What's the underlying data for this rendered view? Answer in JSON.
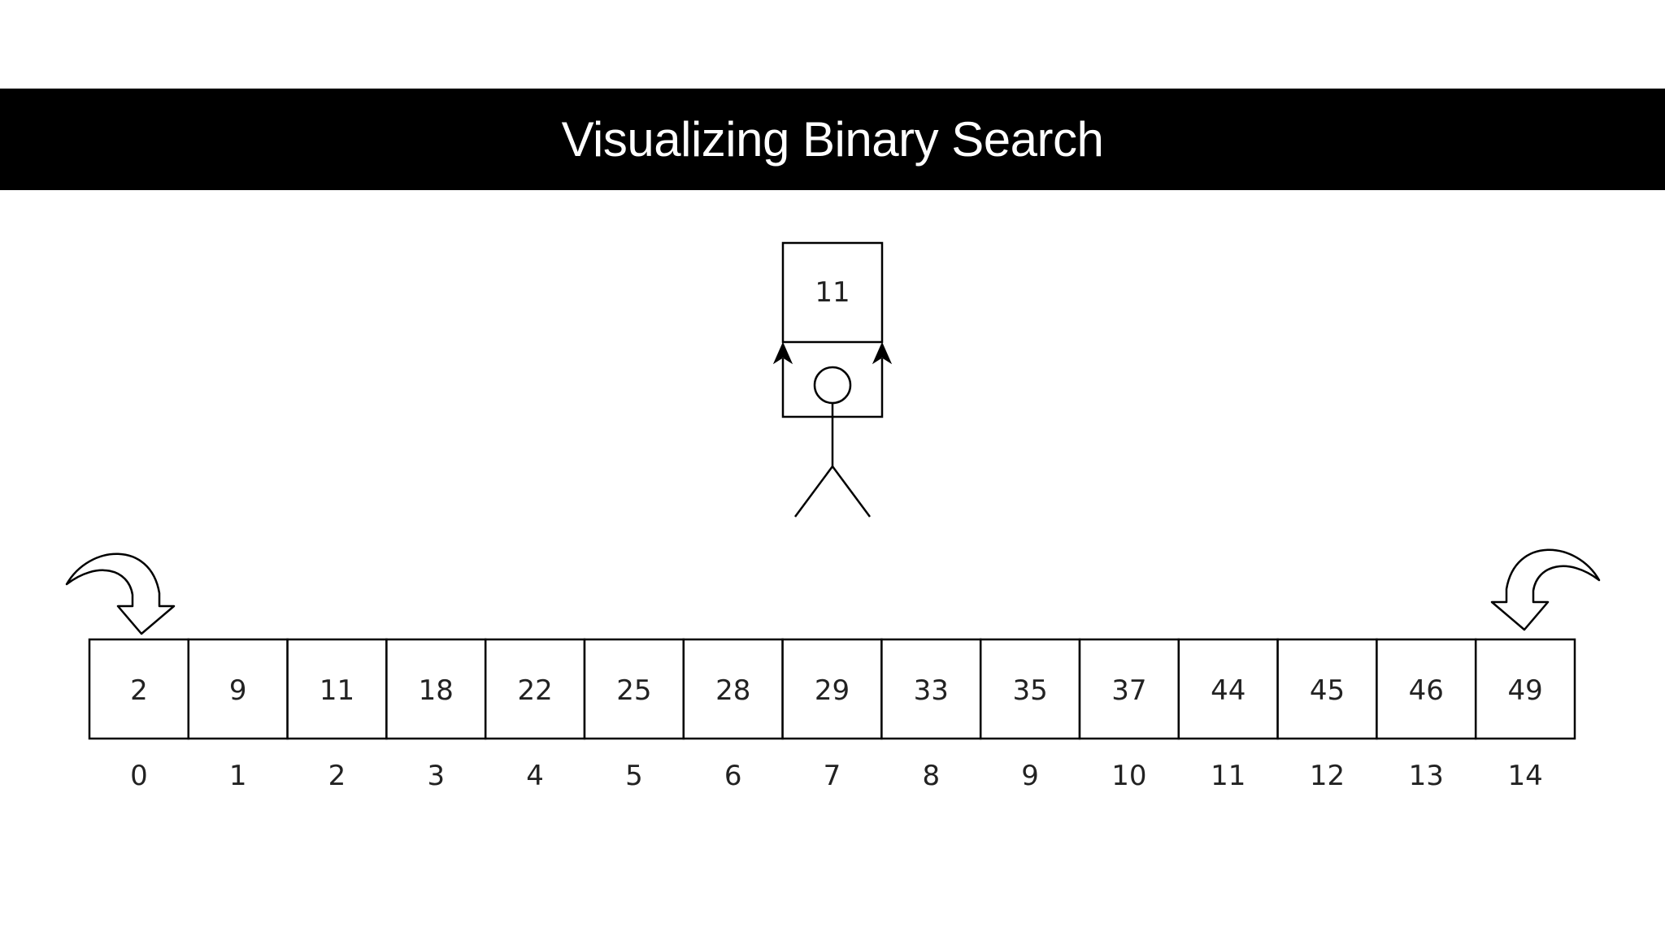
{
  "title": "Visualizing Binary Search",
  "target": "11",
  "array": {
    "values": [
      "2",
      "9",
      "11",
      "18",
      "22",
      "25",
      "28",
      "29",
      "33",
      "35",
      "37",
      "44",
      "45",
      "46",
      "49"
    ],
    "indices": [
      "0",
      "1",
      "2",
      "3",
      "4",
      "5",
      "6",
      "7",
      "8",
      "9",
      "10",
      "11",
      "12",
      "13",
      "14"
    ]
  },
  "colors": {
    "title_bar": "#000000",
    "title_text": "#ffffff",
    "stroke": "#000000",
    "text": "#222222"
  }
}
